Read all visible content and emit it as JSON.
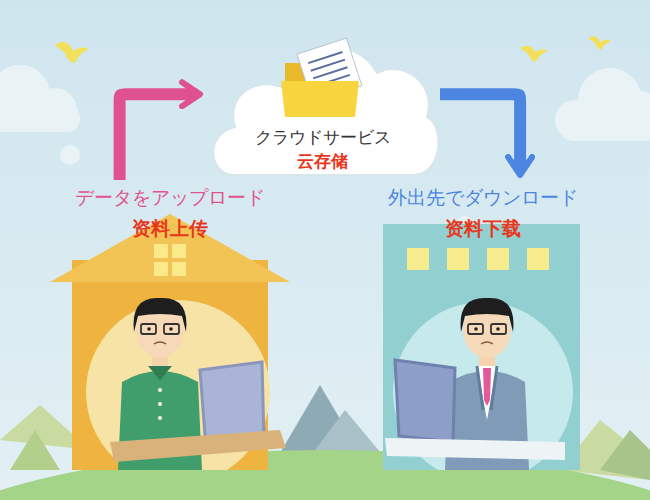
{
  "diagram": {
    "nodes": [
      {
        "text": [
          "クラウドサービス",
          "云存储"
        ]
      },
      {
        "text": [
          "データをアップロード",
          "资料上传"
        ]
      },
      {
        "text": [
          "外出先でダウンロード",
          "资料下载"
        ]
      }
    ],
    "edges": [
      {
        "from": 1,
        "to": 0,
        "arrow": "to"
      },
      {
        "from": 0,
        "to": 2,
        "arrow": "to"
      }
    ]
  }
}
